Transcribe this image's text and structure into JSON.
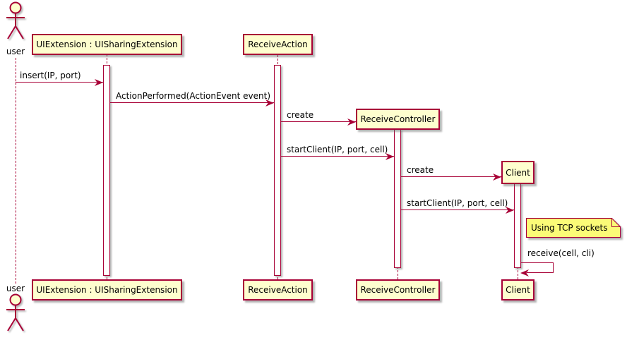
{
  "diagram_type": "uml-sequence-diagram",
  "actor": {
    "label": "user"
  },
  "participants": [
    {
      "label": "UIExtension : UISharingExtension"
    },
    {
      "label": "ReceiveAction"
    },
    {
      "label": "ReceiveController"
    },
    {
      "label": "Client"
    }
  ],
  "messages": [
    {
      "from": "user",
      "to": "UIExtension : UISharingExtension",
      "label": "insert(IP, port)"
    },
    {
      "from": "UIExtension : UISharingExtension",
      "to": "ReceiveAction",
      "label": "ActionPerformed(ActionEvent event)"
    },
    {
      "from": "ReceiveAction",
      "to": "ReceiveController",
      "label": "create"
    },
    {
      "from": "ReceiveAction",
      "to": "ReceiveController",
      "label": "startClient(IP, port, cell)"
    },
    {
      "from": "ReceiveController",
      "to": "Client",
      "label": "create"
    },
    {
      "from": "ReceiveController",
      "to": "Client",
      "label": "startClient(IP, port, cell)"
    },
    {
      "from": "Client",
      "to": "Client",
      "label": "receive(cell, cli)"
    }
  ],
  "note": {
    "text": "Using TCP sockets"
  },
  "colors": {
    "participant_fill": "#FEFECE",
    "border": "#A80036",
    "note_fill": "#FBFB77",
    "text": "#000000",
    "background": "#FFFFFF"
  }
}
